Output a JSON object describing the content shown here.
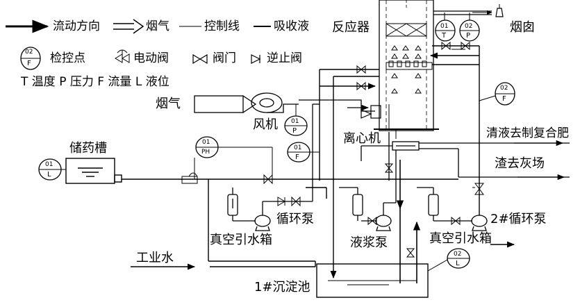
{
  "legend": {
    "flow_direction": "流动方向",
    "flue_gas": "烟气",
    "control_line": "控制线",
    "absorbent": "吸收液",
    "check_point": "检控点",
    "electric_valve": "电动阀",
    "valve": "阀门",
    "check_valve": "逆止阀",
    "abbrev": "T 温度  P 压力  F 流量  L 液位",
    "sample_instrument": {
      "num": "02",
      "code": "F"
    }
  },
  "equipment": {
    "reactor": "反应器",
    "chimney": "烟囱",
    "fan_gas_inlet": "烟气",
    "fan": "风机",
    "centrifuge": "离心机",
    "storage_tank": "储药槽",
    "clear_liquid_out": "清液去制复合肥",
    "slag_out": "渣去灰场",
    "vacuum_tank_left": "真空引水箱",
    "circulation_pump_1": "循环泵",
    "slurry_pump": "液浆泵",
    "vacuum_tank_right": "真空引水箱",
    "circulation_pump_2": "2#循环泵",
    "industrial_water": "工业水",
    "settling_tank": "1#沉淀池"
  },
  "instruments": [
    {
      "id": "reactor-temp",
      "num": "01",
      "code": "T"
    },
    {
      "id": "reactor-pressure",
      "num": "02",
      "code": "P"
    },
    {
      "id": "pump-flow",
      "num": "02",
      "code": "F"
    },
    {
      "id": "fan-pressure",
      "num": "01",
      "code": "P"
    },
    {
      "id": "fan-flow",
      "num": "01",
      "code": "F"
    },
    {
      "id": "ph",
      "num": "01",
      "code": "PH"
    },
    {
      "id": "tank-level",
      "num": "01",
      "code": "L"
    },
    {
      "id": "settling-level",
      "num": "02",
      "code": "L"
    }
  ]
}
